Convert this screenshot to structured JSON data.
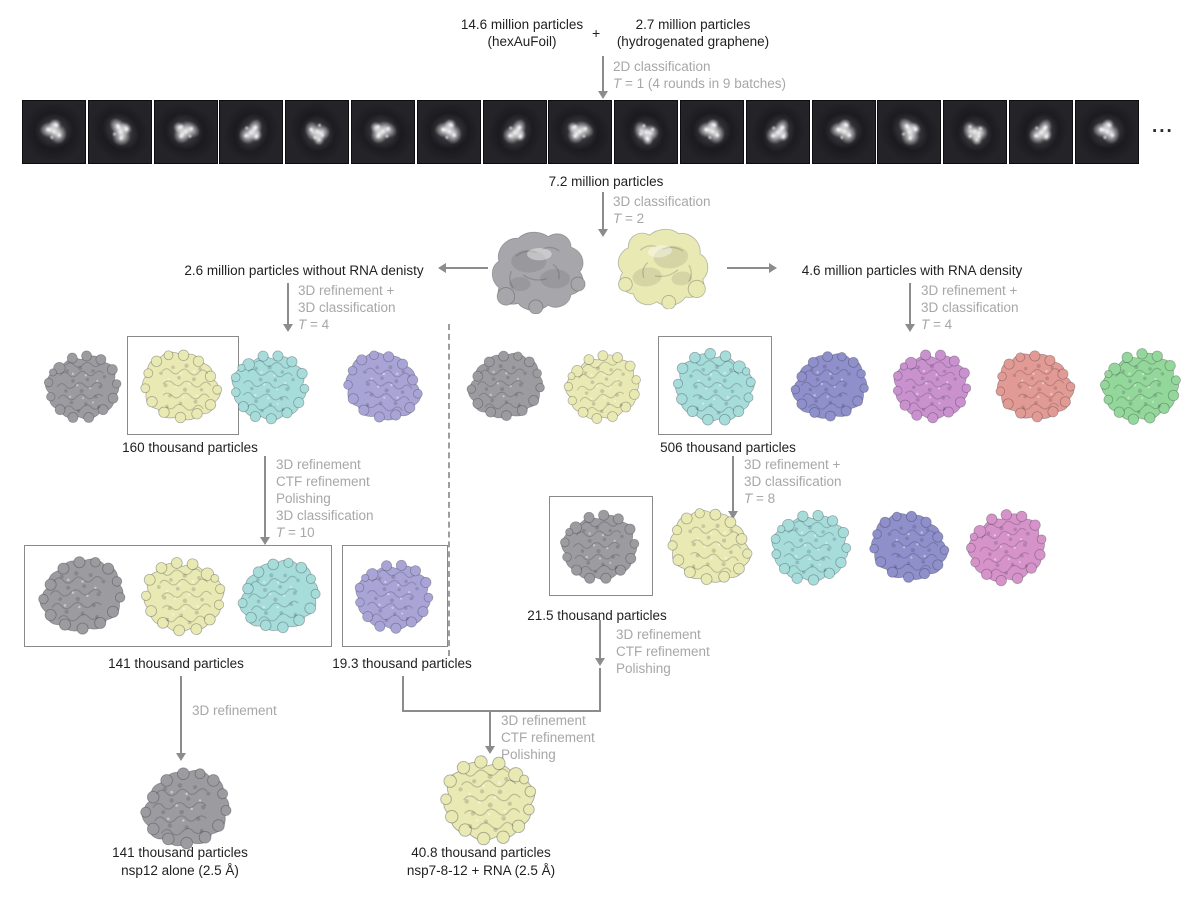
{
  "top": {
    "left_count": "14.6 million particles",
    "left_source": "(hexAuFoil)",
    "plus": "+",
    "right_count": "2.7 million particles",
    "right_source": "(hydrogenated graphene)",
    "steps_2d": [
      "2D classification",
      "T = 1 (4 rounds in 9 batches)"
    ]
  },
  "class2d": {
    "tile_count": 17,
    "ellipsis": "..."
  },
  "consensus": {
    "count": "7.2 million particles",
    "steps": [
      "3D classification",
      "T = 2"
    ]
  },
  "left_branch": {
    "label": "2.6 million particles without RNA denisty",
    "steps1": [
      "3D refinement +",
      "3D classification",
      "T = 4"
    ],
    "count1": "160 thousand particles",
    "steps2": [
      "3D refinement",
      "CTF refinement",
      "Polishing",
      "3D classification",
      "T = 10"
    ],
    "count2": "141 thousand particles",
    "count3": "19.3 thousand particles",
    "steps3": [
      "3D refinement"
    ],
    "final_count": "141 thousand particles",
    "final_label": "nsp12 alone (2.5 Å)"
  },
  "right_branch": {
    "label": "4.6 million particles with RNA density",
    "steps1": [
      "3D refinement +",
      "3D classification",
      "T = 4"
    ],
    "count1": "506 thousand particles",
    "steps2": [
      "3D refinement +",
      "3D classification",
      "T = 8"
    ],
    "count2": "21.5 thousand particles",
    "steps3": [
      "3D refinement",
      "CTF refinement",
      "Polishing"
    ]
  },
  "merge": {
    "steps": [
      "3D refinement",
      "CTF refinement",
      "Polishing"
    ],
    "final_count": "40.8 thousand particles",
    "final_label": "nsp7-8-12 + RNA (2.5 Å)"
  },
  "palette": {
    "gray": "#9b9ba0",
    "gray_smooth": "#a7a7ab",
    "yellow": "#e9e9b4",
    "cyan": "#a6dcda",
    "purple": "#a9a4d6",
    "slate": "#8e8fcb",
    "orchid": "#c992cf",
    "salmon": "#e29a94",
    "green": "#93d79b",
    "pink": "#d693c9",
    "arrow": "#8c8c8c",
    "step_text": "#a7a7a7",
    "text": "#1f1f1f",
    "tile_bg": "#232328"
  }
}
